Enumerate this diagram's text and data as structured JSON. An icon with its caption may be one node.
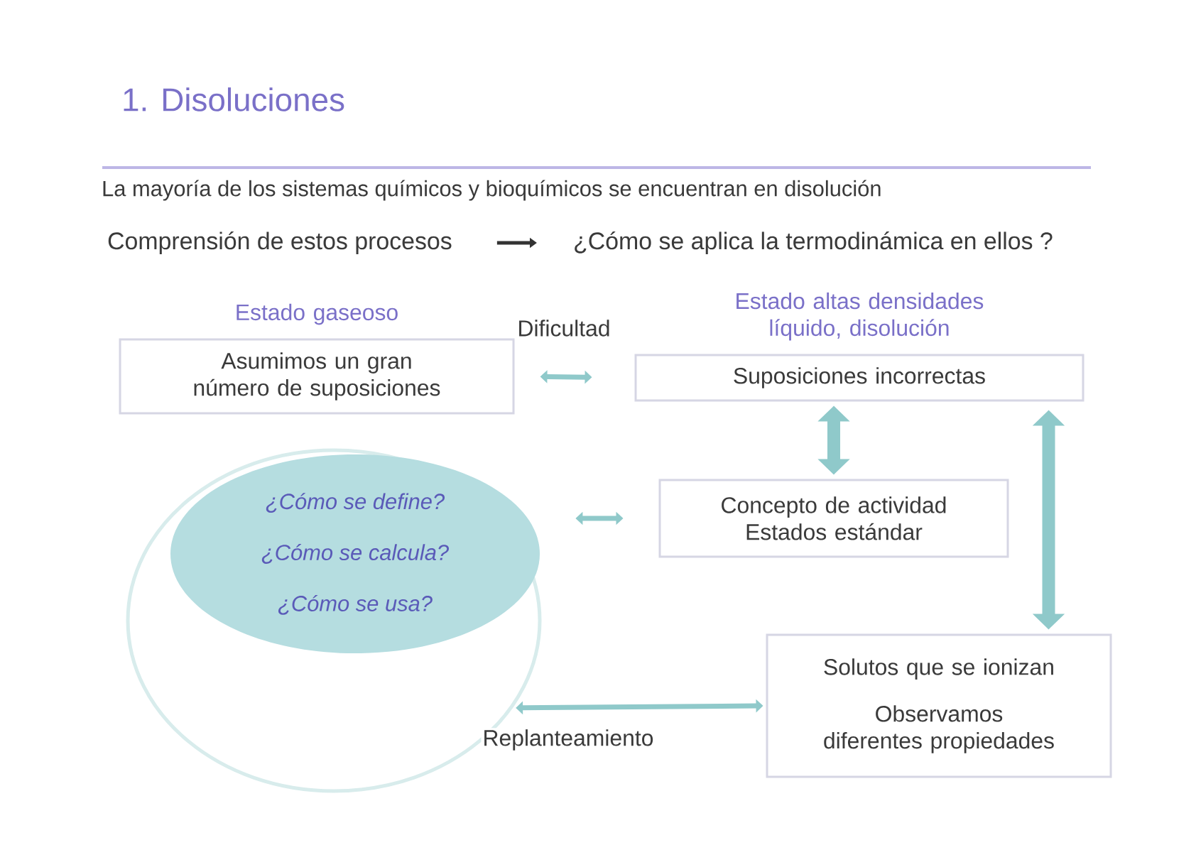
{
  "diagram": {
    "title": "1. Disoluciones",
    "nodes": [
      {
        "text": [
          "Estado gaseoso",
          "Asumimos un gran número de suposiciones"
        ]
      },
      {
        "text": [
          "Estado altas densidades líquido, disolución",
          "Suposiciones incorrectas"
        ]
      },
      {
        "text": [],
        "shape": "circle"
      },
      {
        "text": [
          "¿Cómo se define?",
          "¿Cómo se calcula?",
          "¿Cómo se usa?"
        ],
        "in": 2
      },
      {
        "text": [
          "Concepto de actividad Estados estándar"
        ]
      },
      {
        "text": [
          "Solutos que se ionizan",
          "Observamos diferentes propiedades"
        ]
      },
      {
        "text": [
          "Comprensión de estos procesos"
        ]
      },
      {
        "text": [
          "¿Cómo se aplica la termodinámica en ellos ?"
        ]
      }
    ],
    "edges": [
      {
        "from": 0,
        "to": 1,
        "arrow": "both",
        "label": "Dificultad"
      },
      {
        "from": 6,
        "to": 7,
        "arrow": "to",
        "color": "#333333"
      },
      {
        "from": 1,
        "to": 4,
        "arrow": "both",
        "style": "thick"
      },
      {
        "from": 1,
        "to": 5,
        "arrow": "both",
        "style": "thick"
      },
      {
        "from": 3,
        "to": 4,
        "arrow": "both"
      },
      {
        "from": 2,
        "to": 5,
        "arrow": "both",
        "label": "Replanteamiento"
      }
    ],
    "labels": [
      "La mayoría de los sistemas químicos y bioquímicos se encuentran en disolución"
    ]
  }
}
